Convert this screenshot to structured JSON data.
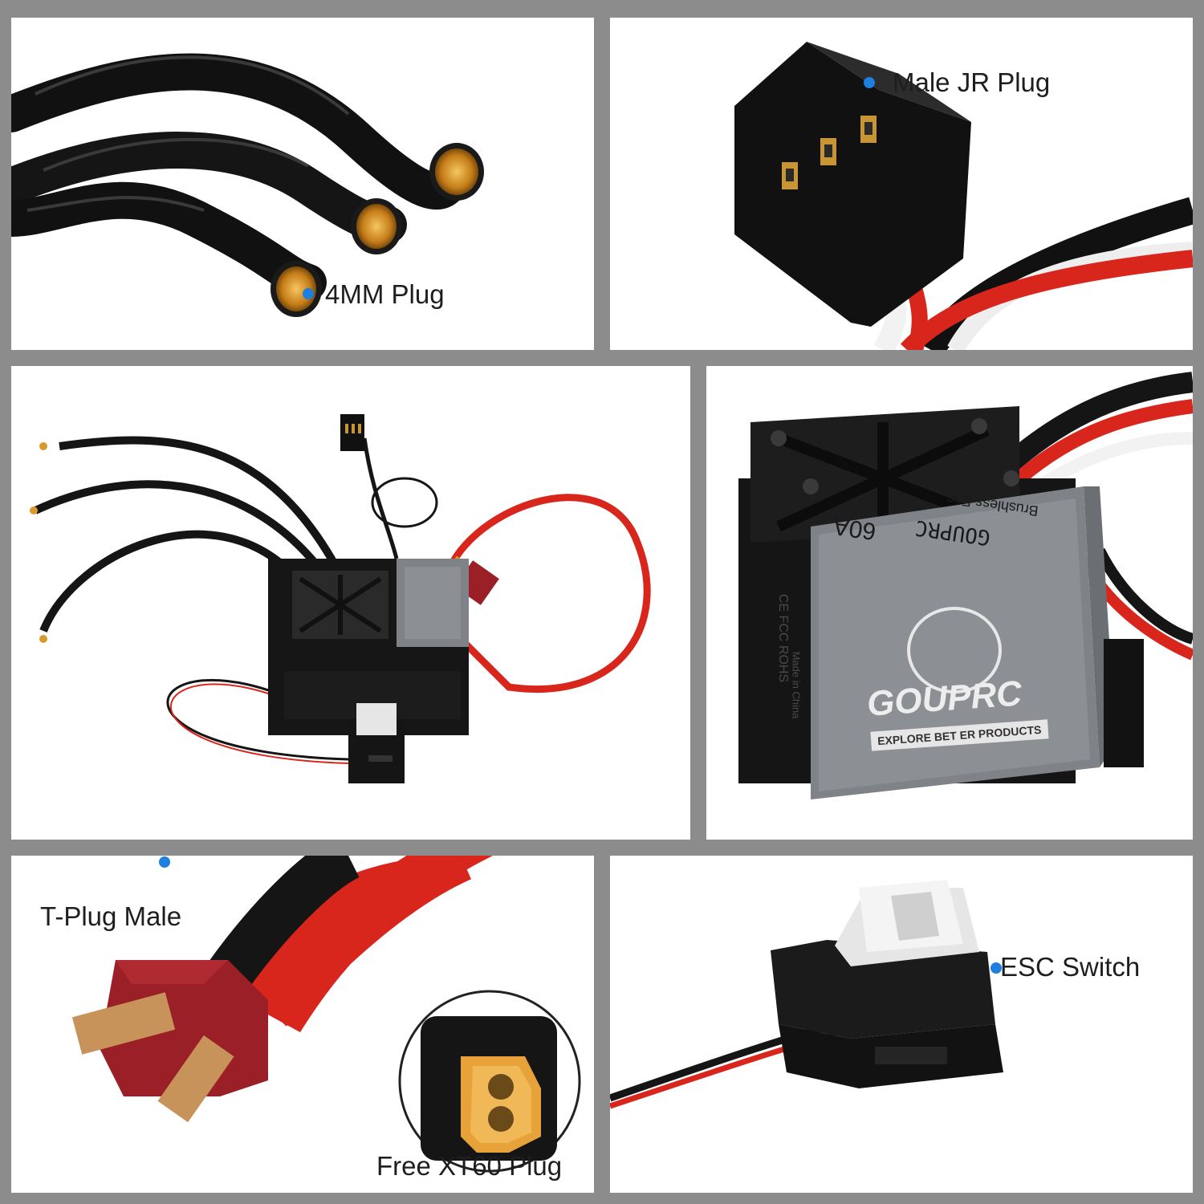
{
  "colors": {
    "accent_dot": "#1e7fe0",
    "panel_background": "#ffffff",
    "border": "#8c8c8c",
    "esc_case": "#7f8387",
    "wire_red": "#d9261c",
    "wire_black": "#151515",
    "connector_gold": "#d99a2b",
    "t_plug_red": "#9a1f26",
    "xt60_yellow": "#e8a23a"
  },
  "callouts": {
    "four_mm_plug": "4MM Plug",
    "male_jr_plug": "Male JR Plug",
    "t_plug_male": "T-Plug Male",
    "free_xt60_plug": "Free XT60 Plug",
    "esc_switch": "ESC Switch"
  },
  "esc_markings": {
    "brand": "GOUPRC",
    "product_line": "Brushless Esc",
    "rating": "60A",
    "certifications": "CE FCC ROHS",
    "origin": "Made in China",
    "logo_text": "GOUPRC",
    "slogan": "EXPLORE BET ER PRODUCTS"
  },
  "icons": {
    "callout_marker": "blue-dot-icon",
    "mascot": "bear-mascot-icon"
  }
}
